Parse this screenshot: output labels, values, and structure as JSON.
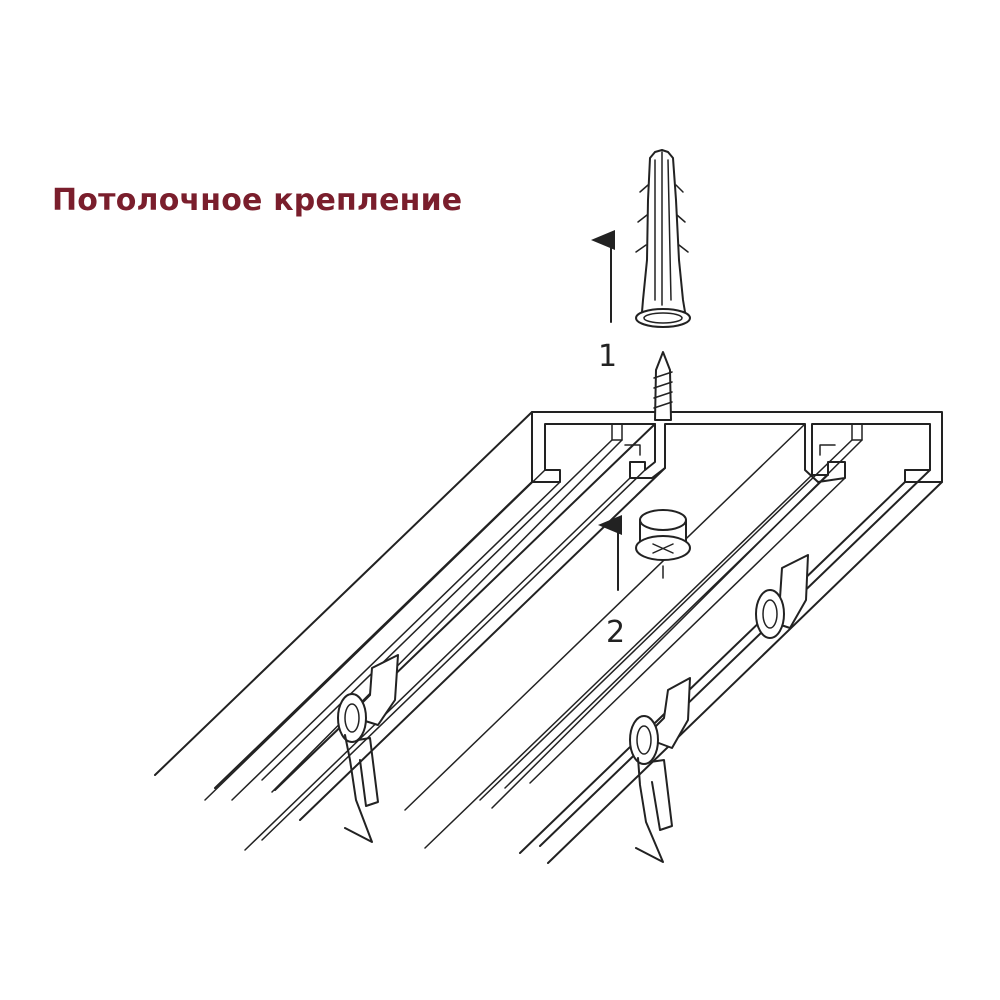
{
  "title": "Потолочное крепление",
  "steps": [
    {
      "label": "1"
    },
    {
      "label": "2"
    }
  ],
  "colors": {
    "title": "#7a1e2c",
    "line": "#222222",
    "background": "#ffffff"
  },
  "icons": [
    "wall-plug-icon",
    "screw-icon",
    "cap-icon",
    "glider-hook-icon",
    "arrow-up-icon"
  ]
}
